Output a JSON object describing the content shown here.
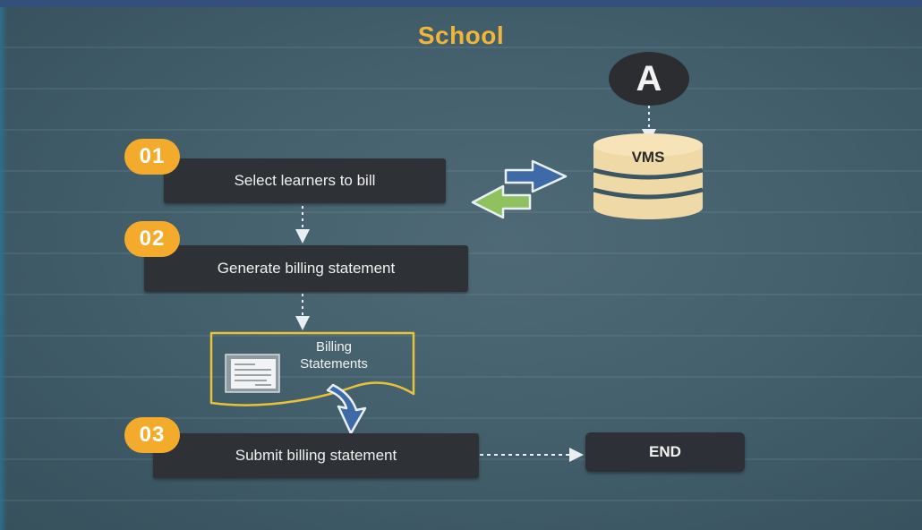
{
  "title": "School",
  "steps": [
    {
      "number": "01",
      "label": "Select learners to bill"
    },
    {
      "number": "02",
      "label": "Generate billing statement"
    },
    {
      "number": "03",
      "label": "Submit billing statement"
    }
  ],
  "connector_node": "A",
  "database": {
    "label": "VMS"
  },
  "document": {
    "label_line1": "Billing",
    "label_line2": "Statements"
  },
  "end": {
    "label": "END"
  },
  "colors": {
    "title": "#efb63a",
    "badge": "#f4ab2c",
    "box": "#2e3136",
    "board": "#43606c",
    "arrow_blue": "#3f6aa8",
    "arrow_green": "#8fc15e",
    "database": "#efd9a6"
  }
}
